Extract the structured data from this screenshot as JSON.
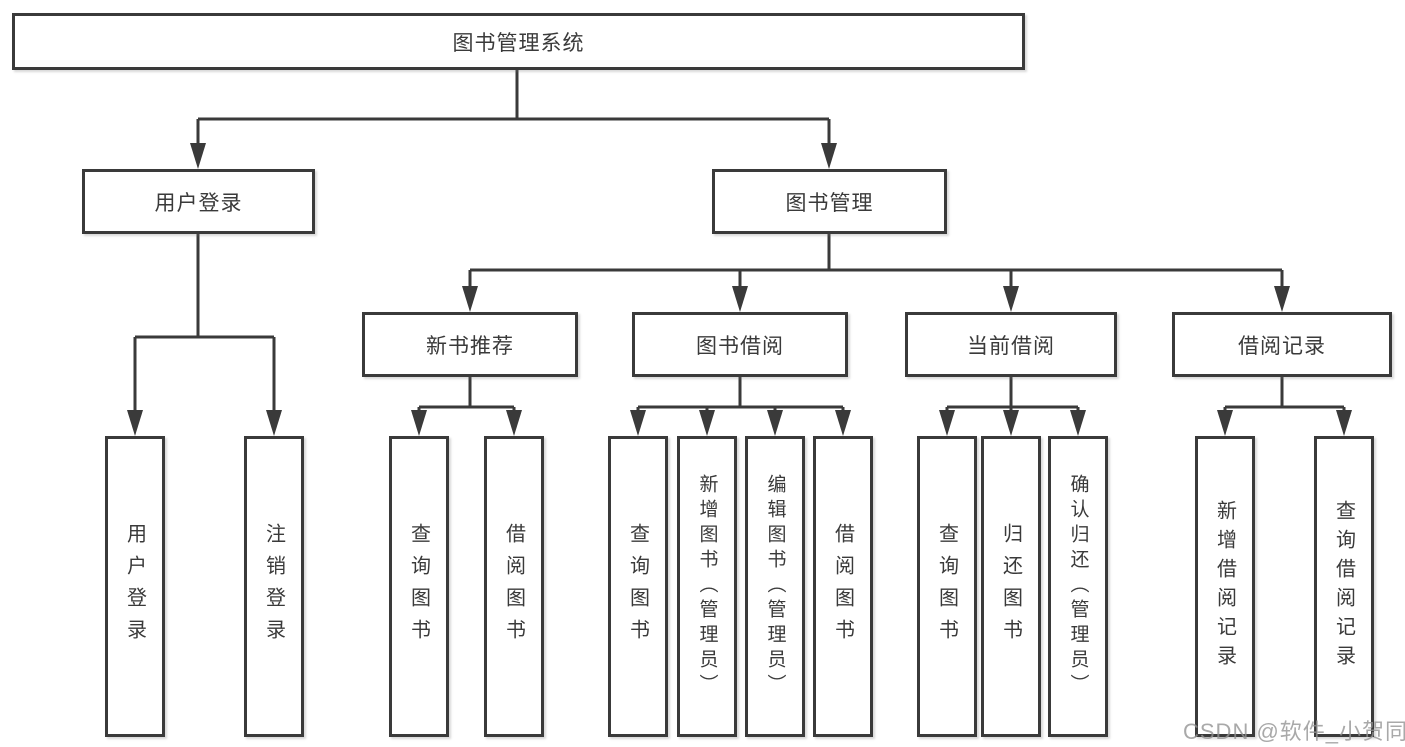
{
  "colors": {
    "line": "#3a3a3a",
    "box_border": "#3a3a3a",
    "box_fill": "#ffffff",
    "text": "#3a3a3a",
    "watermark": "#949494",
    "background": "#ffffff"
  },
  "watermark": {
    "text": "CSDN @软件_小贺同学"
  },
  "tree": {
    "label": "图书管理系统",
    "children": [
      {
        "label": "用户登录",
        "children": [
          {
            "label": "用户登录"
          },
          {
            "label": "注销登录"
          }
        ]
      },
      {
        "label": "图书管理",
        "children": [
          {
            "label": "新书推荐",
            "children": [
              {
                "label": "查询图书"
              },
              {
                "label": "借阅图书"
              }
            ]
          },
          {
            "label": "图书借阅",
            "children": [
              {
                "label": "查询图书"
              },
              {
                "label": "新增图书（管理员）"
              },
              {
                "label": "编辑图书（管理员）"
              },
              {
                "label": "借阅图书"
              }
            ]
          },
          {
            "label": "当前借阅",
            "children": [
              {
                "label": "查询图书"
              },
              {
                "label": "归还图书"
              },
              {
                "label": "确认归还（管理员）"
              }
            ]
          },
          {
            "label": "借阅记录",
            "children": [
              {
                "label": "新增借阅记录"
              },
              {
                "label": "查询借阅记录"
              }
            ]
          }
        ]
      }
    ]
  }
}
